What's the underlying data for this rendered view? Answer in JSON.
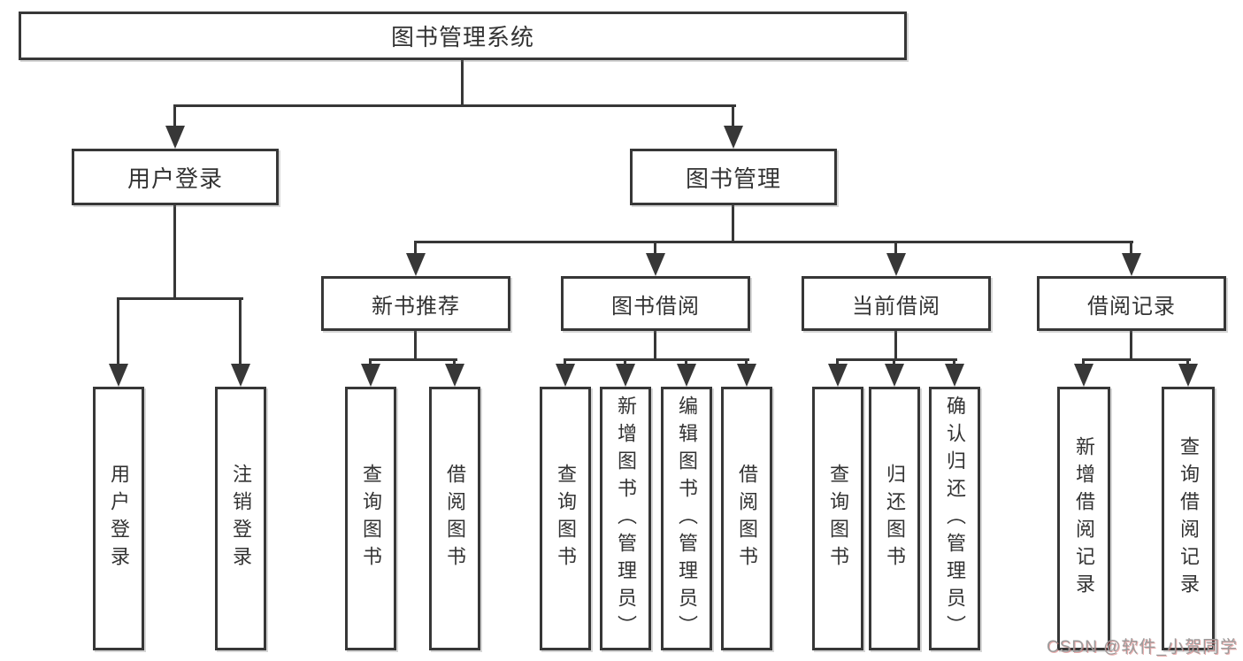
{
  "diagram": {
    "root": {
      "label": "图书管理系统"
    },
    "user": {
      "label": "用户登录",
      "children": [
        "用户登录",
        "注销登录"
      ]
    },
    "mgmt": {
      "label": "图书管理",
      "sections": {
        "newbook": {
          "label": "新书推荐",
          "children": [
            "查询图书",
            "借阅图书"
          ]
        },
        "borrow": {
          "label": "图书借阅",
          "children": [
            "查询图书",
            "新增图书（管理员）",
            "编辑图书（管理员）",
            "借阅图书"
          ]
        },
        "current": {
          "label": "当前借阅",
          "children": [
            "查询图书",
            "归还图书",
            "确认归还（管理员）"
          ]
        },
        "records": {
          "label": "借阅记录",
          "children": [
            "新增借阅记录",
            "查询借阅记录"
          ]
        }
      }
    }
  },
  "watermark": {
    "text": "CSDN @软件_小贺同学"
  },
  "colors": {
    "line": "#373737",
    "text": "#333333",
    "watermark": "#9b9b9b",
    "background": "#ffffff"
  }
}
